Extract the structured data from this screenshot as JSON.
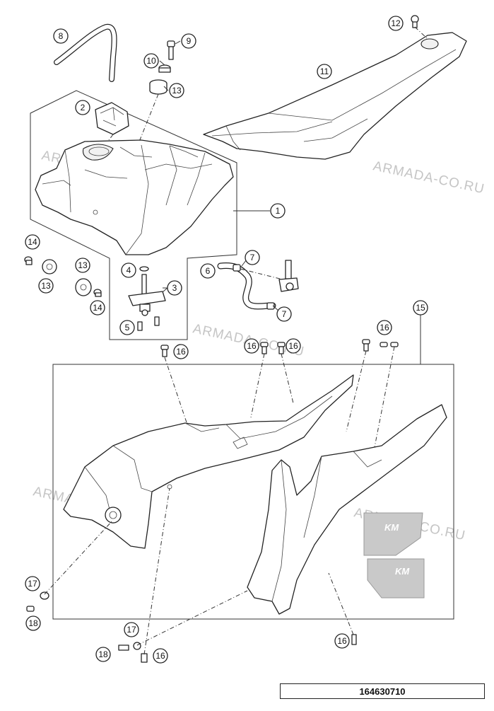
{
  "watermarks": [
    {
      "text": "ARMADA-CO.RU"
    },
    {
      "text": "ARMADA-CO.RU"
    },
    {
      "text": "ARMADA-CO.RU"
    },
    {
      "text": "ARMADA-CO.RU"
    },
    {
      "text": "ARMADA-CO.RU"
    }
  ],
  "callouts": [
    "8",
    "12",
    "9",
    "10",
    "11",
    "13",
    "2",
    "1",
    "14",
    "13",
    "13",
    "4",
    "3",
    "14",
    "5",
    "7",
    "6",
    "7",
    "15",
    "16",
    "16",
    "16",
    "16",
    "16",
    "17",
    "18",
    "17",
    "18",
    "16",
    "16"
  ],
  "decal_text": [
    "KM",
    "KM"
  ],
  "part_number": "164630710"
}
